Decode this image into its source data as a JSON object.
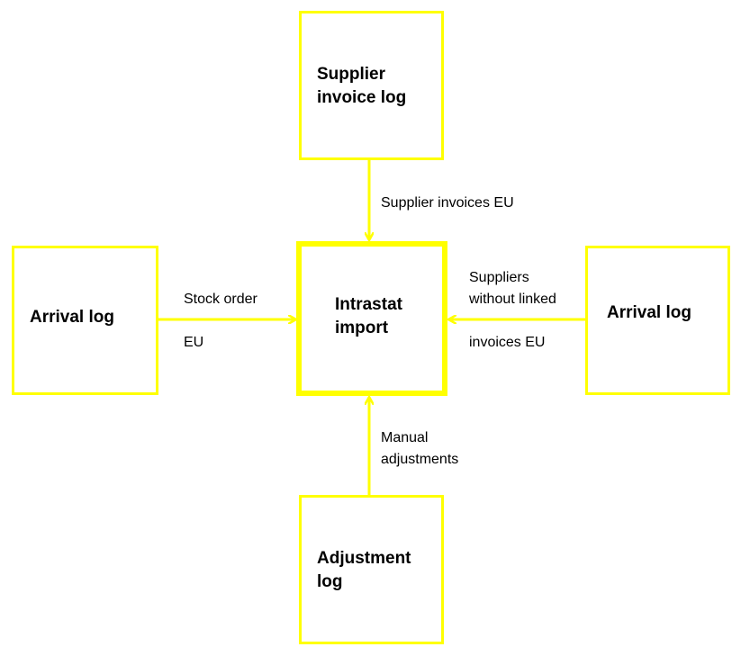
{
  "diagram": {
    "colors": {
      "box_border": "#ffff00",
      "arrow": "#ffff00",
      "text": "#000000",
      "background": "#ffffff"
    },
    "nodes": {
      "supplier_invoice_log": {
        "label": "Supplier\ninvoice log"
      },
      "arrival_log_left": {
        "label": "Arrival log"
      },
      "intrastat_import": {
        "label": "Intrastat\nimport"
      },
      "arrival_log_right": {
        "label": "Arrival log"
      },
      "adjustment_log": {
        "label": "Adjustment\nlog"
      }
    },
    "edges": {
      "supplier_invoices": {
        "from": "supplier_invoice_log",
        "to": "intrastat_import",
        "label": "Supplier invoices EU"
      },
      "stock_order": {
        "from": "arrival_log_left",
        "to": "intrastat_import",
        "label_top": "Stock order",
        "label_bottom": "EU"
      },
      "suppliers_without": {
        "from": "arrival_log_right",
        "to": "intrastat_import",
        "label_top": "Suppliers\nwithout linked",
        "label_bottom": "invoices EU"
      },
      "manual_adjustments": {
        "from": "adjustment_log",
        "to": "intrastat_import",
        "label": "Manual\nadjustments"
      }
    }
  }
}
